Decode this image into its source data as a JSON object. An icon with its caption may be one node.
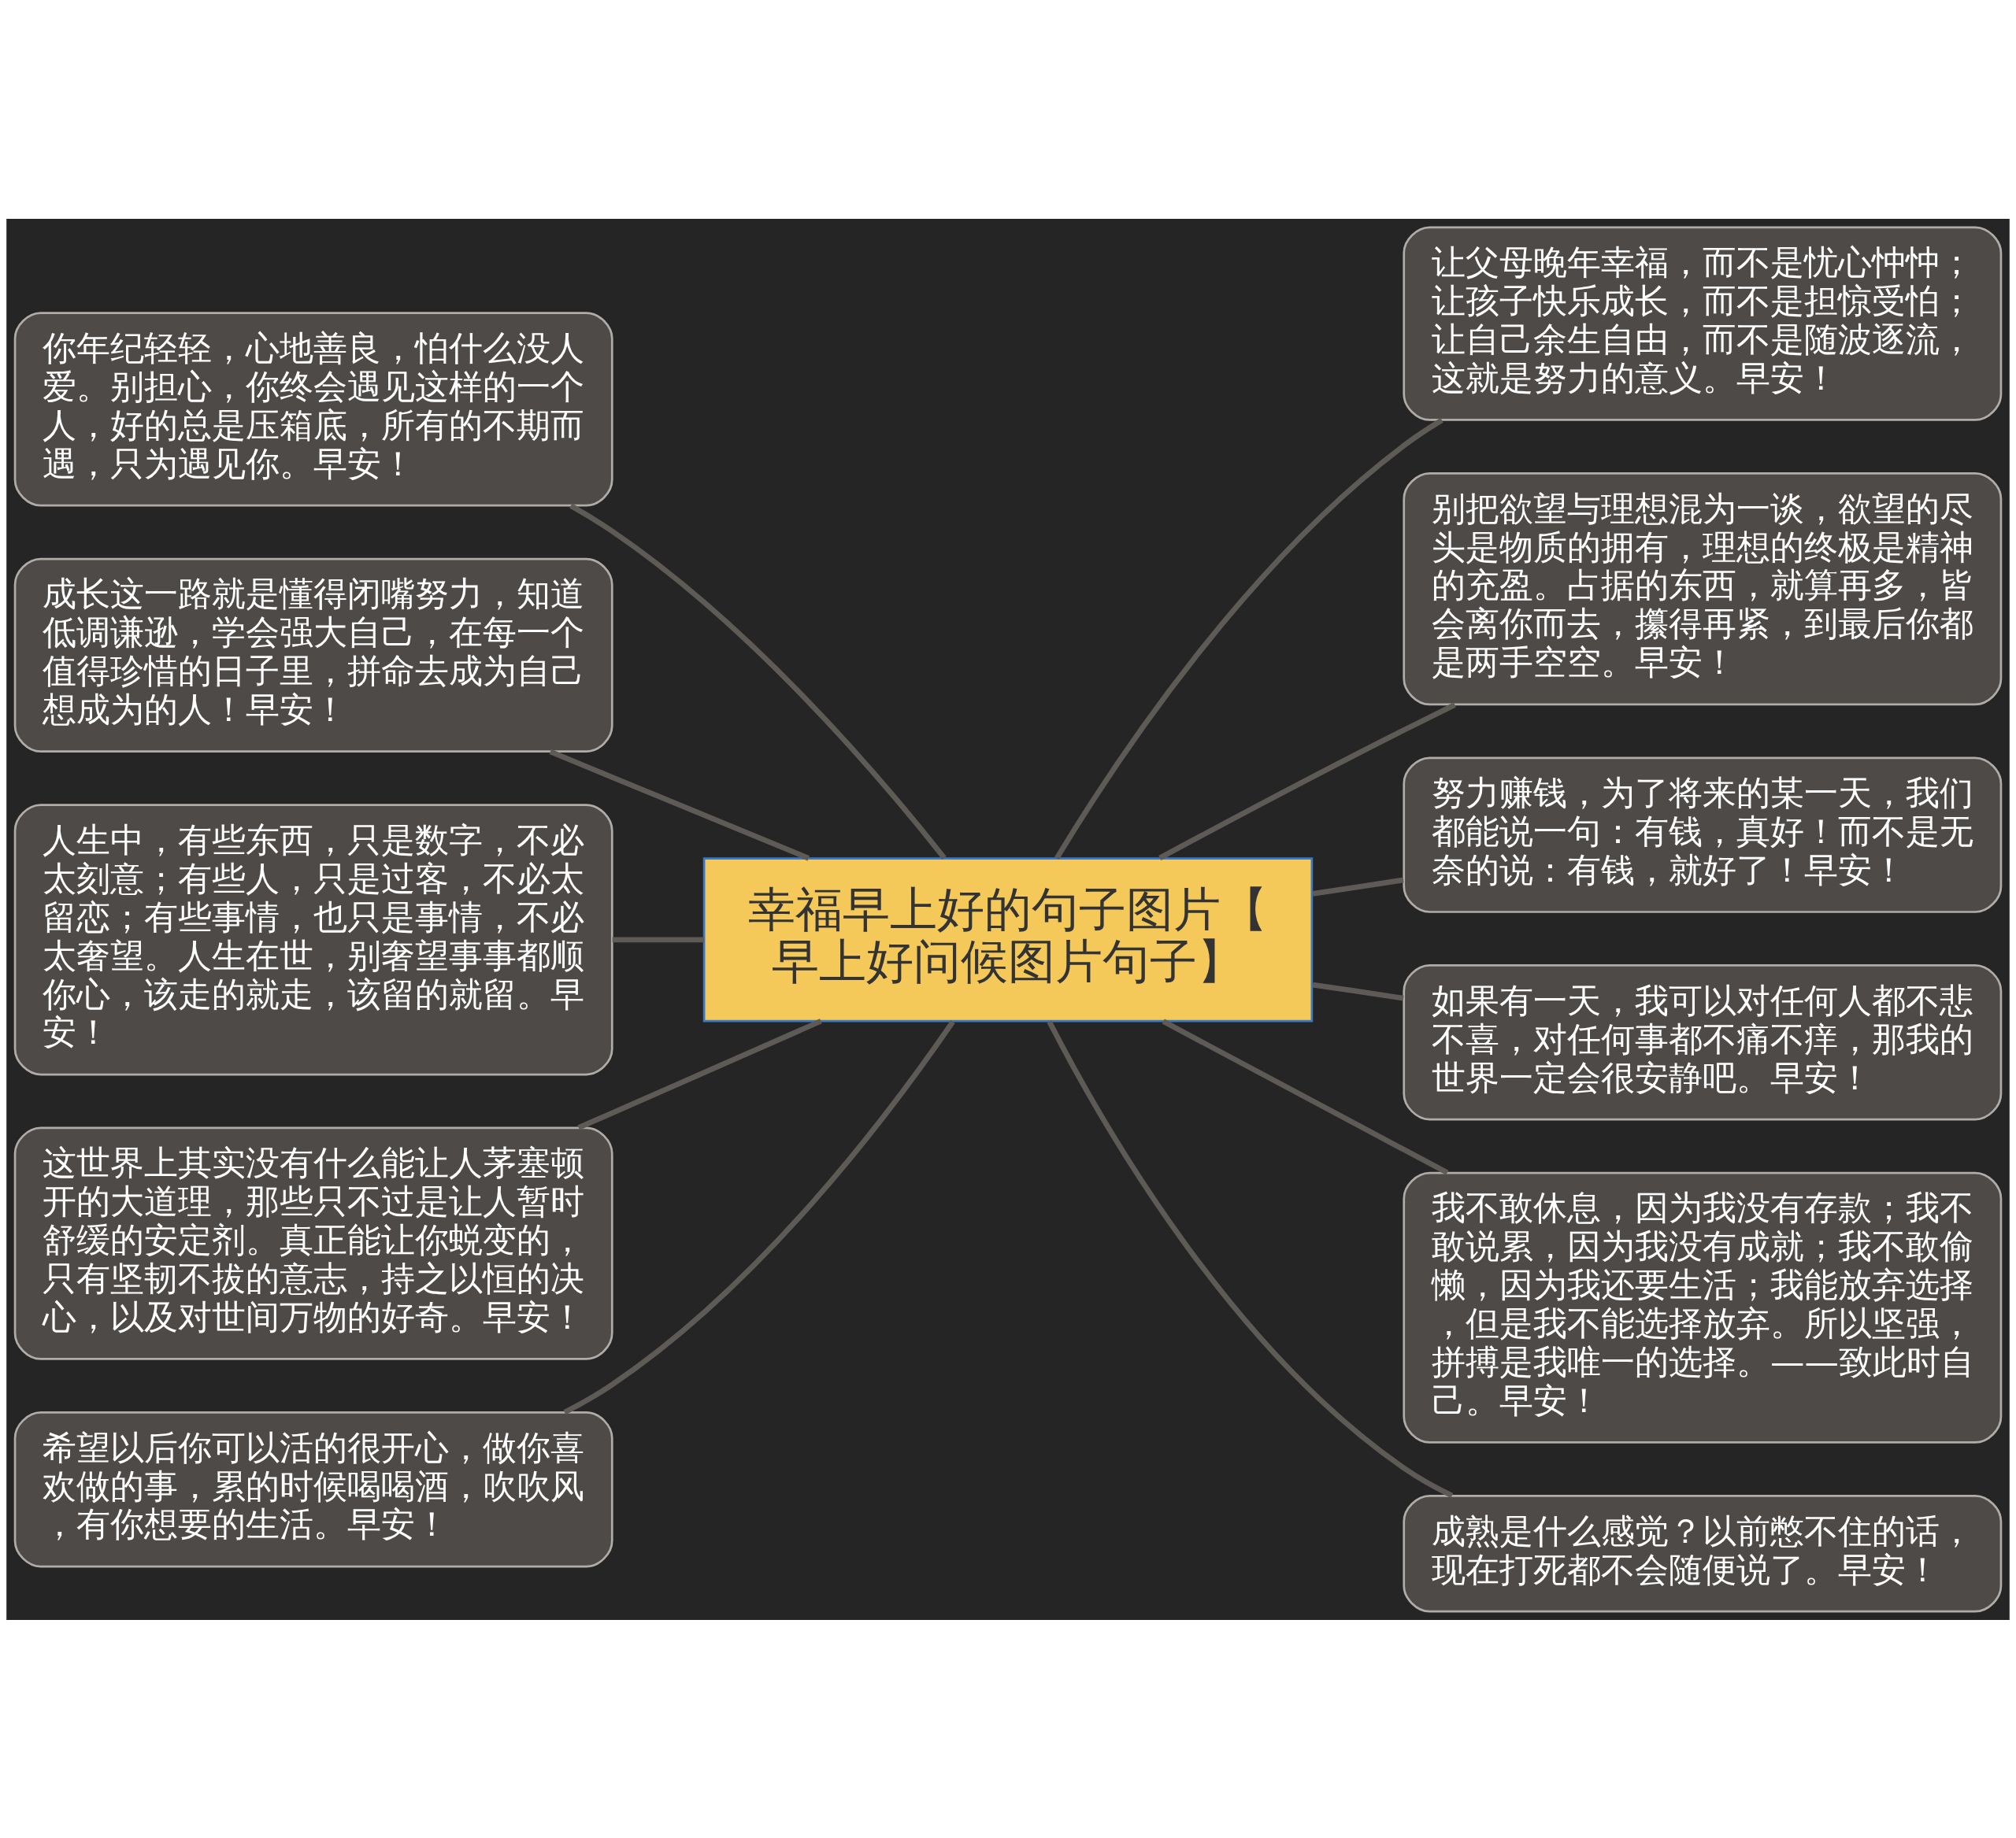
{
  "diagram": {
    "nodes": [
      {
        "text": [
          "幸福早上好的句子图片【早上好问候图片句子】"
        ]
      },
      {
        "text": [
          "你年纪轻轻，心地善良，怕什么没人爱。别担心，你终会遇见这样的一个人，好的总是压箱底，所有的不期而遇，只为遇见你。早安！"
        ]
      },
      {
        "text": [
          "成长这一路就是懂得闭嘴努力，知道低调谦逊，学会强大自己，在每一个值得珍惜的日子里，拼命去成为自己想成为的人！早安！"
        ]
      },
      {
        "text": [
          "人生中，有些东西，只是数字，不必太刻意；有些人，只是过客，不必太留恋；有些事情，也只是事情，不必太奢望。人生在世，别奢望事事都顺你心，该走的就走，该留的就留。早安！"
        ]
      },
      {
        "text": [
          "这世界上其实没有什么能让人茅塞顿开的大道理，那些只不过是让人暂时舒缓的安定剂。真正能让你蜕变的，只有坚韧不拔的意志，持之以恒的决心，以及对世间万物的好奇。早安！"
        ]
      },
      {
        "text": [
          "希望以后你可以活的很开心，做你喜欢做的事，累的时候喝喝酒，吹吹风，有你想要的生活。早安！"
        ]
      },
      {
        "text": [
          "让父母晚年幸福，而不是忧心忡忡；让孩子快乐成长，而不是担惊受怕；让自己余生自由，而不是随波逐流，这就是努力的意义。早安！"
        ]
      },
      {
        "text": [
          "别把欲望与理想混为一谈，欲望的尽头是物质的拥有，理想的终极是精神的充盈。占据的东西，就算再多，皆会离你而去，攥得再紧，到最后你都是两手空空。早安！"
        ]
      },
      {
        "text": [
          "努力赚钱，为了将来的某一天，我们都能说一句：有钱，真好！而不是无奈的说：有钱，就好了！早安！"
        ]
      },
      {
        "text": [
          "如果有一天，我可以对任何人都不悲不喜，对任何事都不痛不痒，那我的世界一定会很安静吧。早安！"
        ]
      },
      {
        "text": [
          "我不敢休息，因为我没有存款；我不敢说累，因为我没有成就；我不敢偷懒，因为我还要生活；我能放弃选择，但是我不能选择放弃。所以坚强，拼搏是我唯一的选择。——致此时自己。早安！"
        ]
      },
      {
        "text": [
          "成熟是什么感觉？以前憋不住的话，现在打死都不会随便说了。早安！"
        ]
      }
    ],
    "edges": [
      {
        "from": 1,
        "to": 0,
        "arrow": "none"
      },
      {
        "from": 2,
        "to": 0,
        "arrow": "none"
      },
      {
        "from": 3,
        "to": 0,
        "arrow": "none"
      },
      {
        "from": 4,
        "to": 0,
        "arrow": "none"
      },
      {
        "from": 5,
        "to": 0,
        "arrow": "none"
      },
      {
        "from": 0,
        "to": 6,
        "arrow": "none"
      },
      {
        "from": 0,
        "to": 7,
        "arrow": "none"
      },
      {
        "from": 0,
        "to": 8,
        "arrow": "none"
      },
      {
        "from": 0,
        "to": 9,
        "arrow": "none"
      },
      {
        "from": 0,
        "to": 10,
        "arrow": "none"
      },
      {
        "from": 0,
        "to": 11,
        "arrow": "none"
      }
    ]
  }
}
